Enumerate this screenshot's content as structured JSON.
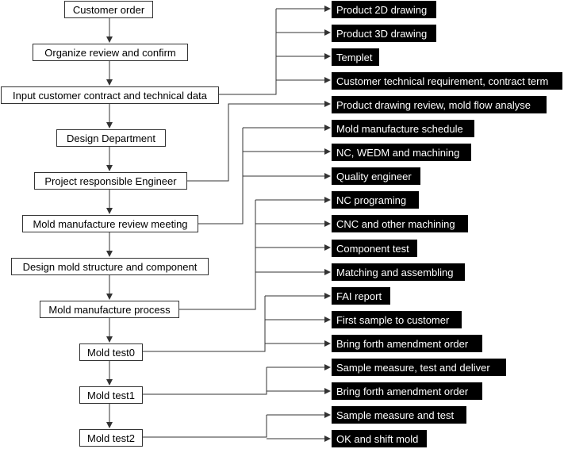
{
  "steps": [
    {
      "label": "Customer order"
    },
    {
      "label": "Organize review and confirm"
    },
    {
      "label": "Input customer contract and technical data"
    },
    {
      "label": "Design Department"
    },
    {
      "label": "Project responsible Engineer"
    },
    {
      "label": "Mold manufacture review meeting"
    },
    {
      "label": "Design mold structure and component"
    },
    {
      "label": "Mold manufacture process"
    },
    {
      "label": "Mold test0"
    },
    {
      "label": "Mold test1"
    },
    {
      "label": "Mold test2"
    }
  ],
  "outputs": [
    {
      "label": "Product 2D drawing"
    },
    {
      "label": "Product 3D drawing"
    },
    {
      "label": "Templet"
    },
    {
      "label": "Customer technical requirement, contract term"
    },
    {
      "label": "Product drawing review, mold flow analyse"
    },
    {
      "label": "Mold manufacture schedule"
    },
    {
      "label": "NC, WEDM and machining"
    },
    {
      "label": "Quality engineer"
    },
    {
      "label": "NC programing"
    },
    {
      "label": "CNC and other machining"
    },
    {
      "label": "Component test"
    },
    {
      "label": "Matching and assembling"
    },
    {
      "label": "FAI report"
    },
    {
      "label": "First sample to customer"
    },
    {
      "label": "Bring forth amendment order"
    },
    {
      "label": "Sample measure, test and deliver"
    },
    {
      "label": "Bring forth amendment order"
    },
    {
      "label": "Sample measure and test"
    },
    {
      "label": "OK and shift mold"
    }
  ],
  "colors": {
    "line": "#333333",
    "output_fill": "#000000",
    "output_text": "#ffffff"
  }
}
